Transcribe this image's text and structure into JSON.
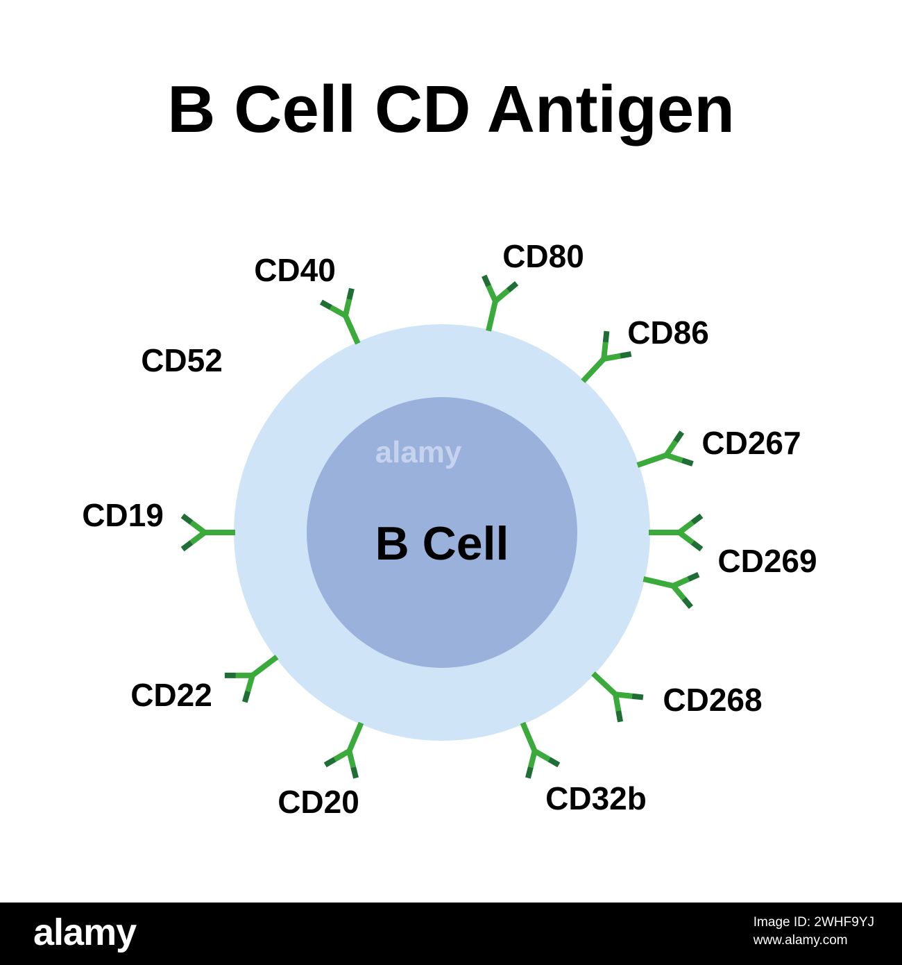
{
  "title": "B Cell CD Antigen",
  "cell": {
    "label": "B Cell",
    "membrane_color": "#cfe5f7",
    "nucleus_color": "#9ab1dc"
  },
  "receptor_colors": {
    "light": "#3aaa3a",
    "dark": "#1e6e36"
  },
  "markers": [
    "CD40",
    "CD80",
    "CD86",
    "CD52",
    "CD267",
    "CD19",
    "CD269",
    "CD22",
    "CD268",
    "CD20",
    "CD32b"
  ],
  "footer": {
    "logo": "alamy",
    "image_id_line": "Image ID: 2WHF9YJ",
    "site_line": "www.alamy.com"
  },
  "watermark": "alamy"
}
